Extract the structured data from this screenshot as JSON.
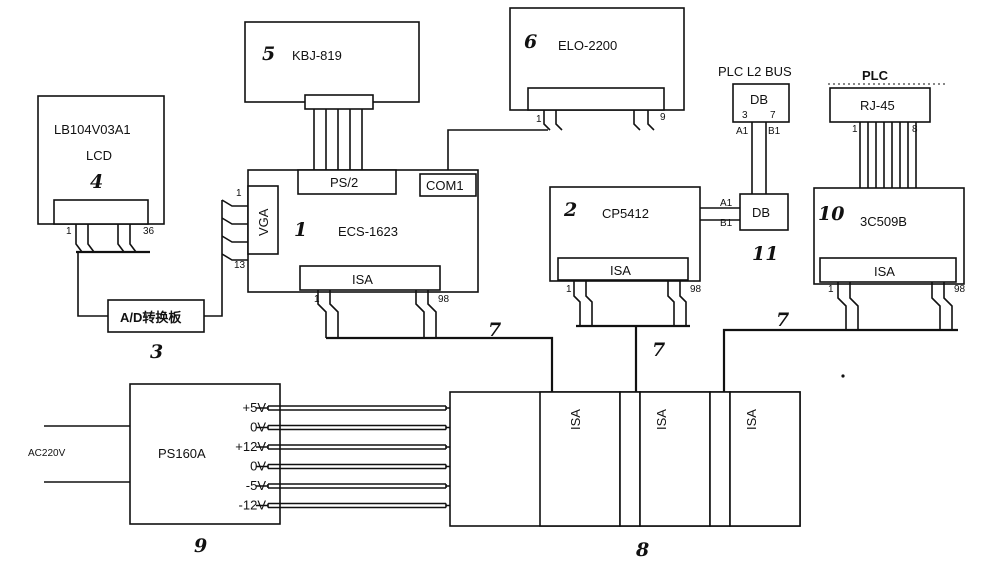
{
  "devices": {
    "lcd": {
      "model": "LB104V03A1",
      "type": "LCD",
      "num": "4",
      "pin_start": "1",
      "pin_end": "36"
    },
    "kbj": {
      "model": "KBJ-819",
      "num": "5"
    },
    "elo": {
      "model": "ELO-2200",
      "num": "6",
      "pin_start": "1",
      "pin_end": "9"
    },
    "ecs": {
      "model": "ECS-1623",
      "num": "1",
      "vga": "VGA",
      "ps2": "PS/2",
      "com1": "COM1",
      "isa": "ISA",
      "vga_pin_start": "1",
      "vga_pin_end": "13",
      "isa_pin_start": "1",
      "isa_pin_end": "98"
    },
    "ad": {
      "label": "A/D转换板",
      "num": "3"
    },
    "cp": {
      "model": "CP5412",
      "num": "2",
      "isa": "ISA",
      "pin_start": "1",
      "pin_end": "98",
      "a1": "A1",
      "b1": "B1"
    },
    "plc_bus": {
      "title": "PLC L2 BUS",
      "db": "DB",
      "pin3": "3",
      "pin7": "7",
      "a1": "A1",
      "b1": "B1"
    },
    "db11": {
      "label": "DB",
      "num": "11"
    },
    "plc": {
      "title": "PLC",
      "rj45": "RJ-45",
      "pin_start": "1",
      "pin_end": "8"
    },
    "nic": {
      "model": "3C509B",
      "num": "10",
      "isa": "ISA",
      "pin_start": "1",
      "pin_end": "98"
    },
    "psu": {
      "model": "PS160A",
      "num": "9",
      "ac": "AC220V",
      "rails": [
        "+5V",
        "0V",
        "+12V",
        "0V",
        "-5V",
        "-12V"
      ]
    },
    "backplane": {
      "num": "8",
      "rails": [
        "+5V",
        "0V",
        "+12V",
        "0V",
        "-5V",
        "-12V"
      ],
      "slots": [
        "ISA",
        "ISA",
        "ISA"
      ]
    }
  },
  "bus_labels": [
    "7",
    "7",
    "7"
  ]
}
